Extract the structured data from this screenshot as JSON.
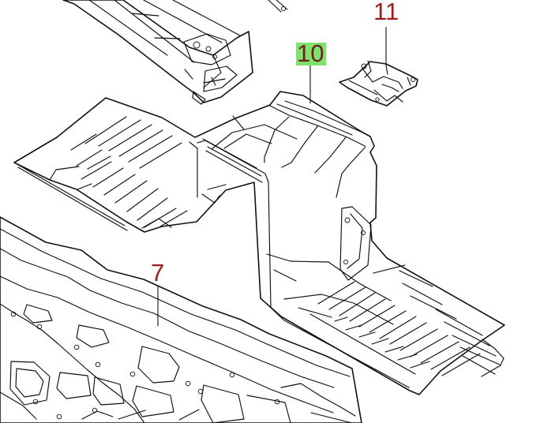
{
  "diagram": {
    "labels": {
      "part_10": "10",
      "part_11": "11",
      "part_7": "7"
    },
    "colors": {
      "label": "#9d1d1d",
      "highlight": "#7fe26c",
      "highlight_text": "#6d1f1f",
      "line": "#111111"
    }
  }
}
